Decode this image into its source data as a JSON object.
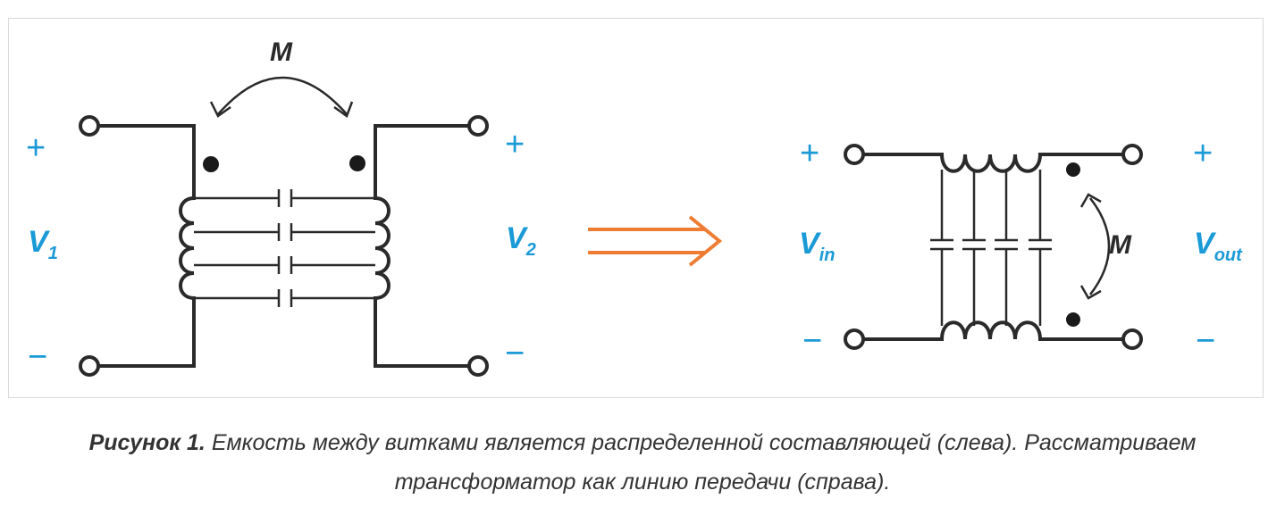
{
  "figure": {
    "left_circuit": {
      "plus": "+",
      "minus": "−",
      "v1_main": "V",
      "v1_sub": "1",
      "v2_main": "V",
      "v2_sub": "2",
      "mutual": "M"
    },
    "right_circuit": {
      "plus": "+",
      "minus": "−",
      "vin_main": "V",
      "vin_sub": "in",
      "vout_main": "V",
      "vout_sub": "out",
      "mutual": "M"
    },
    "colors": {
      "label_blue": "#1a9ad6",
      "arrow_orange": "#ee7d33",
      "wire": "#2a2a2a"
    }
  },
  "caption": {
    "lead": "Рисунок 1.",
    "text": " Емкость между витками является распределенной составляющей (слева). Рассматриваем",
    "text_line2": "трансформатор как линию передачи (справа)."
  }
}
